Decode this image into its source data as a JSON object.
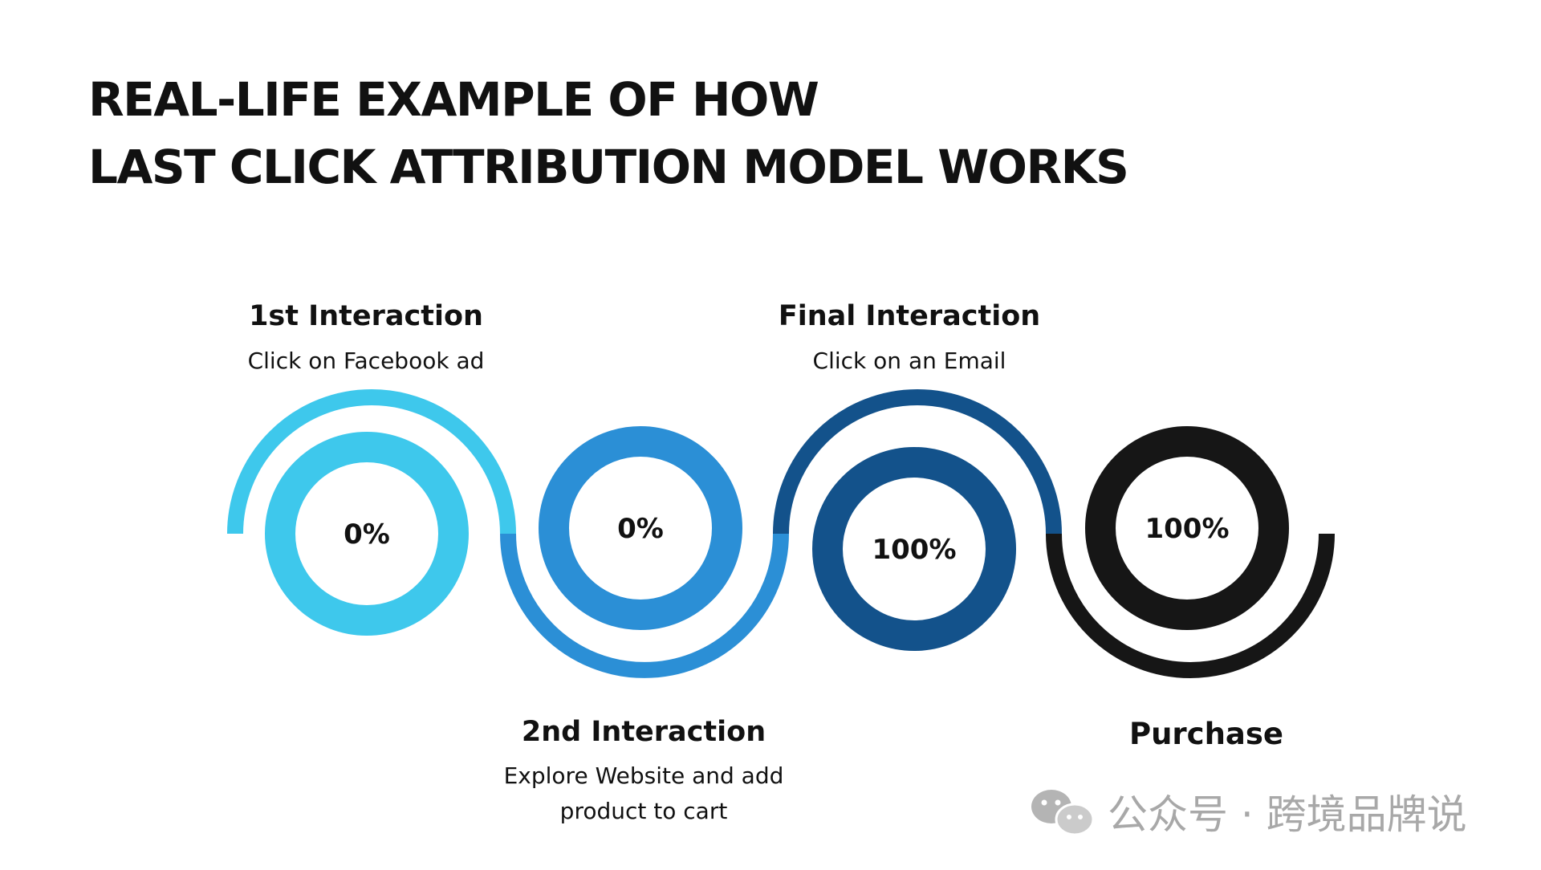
{
  "title": {
    "line1": "REAL-LIFE EXAMPLE OF HOW",
    "line2": "LAST CLICK ATTRIBUTION MODEL WORKS"
  },
  "steps": [
    {
      "title": "1st Interaction",
      "desc": [
        "Click on Facebook ad"
      ],
      "percent": "0%",
      "color": "#3ec8ec"
    },
    {
      "title": "2nd Interaction",
      "desc": [
        "Explore Website and add",
        "product to cart"
      ],
      "percent": "0%",
      "color": "#2b8fd6"
    },
    {
      "title": "Final Interaction",
      "desc": [
        "Click on an Email"
      ],
      "percent": "100%",
      "color": "#13528b"
    },
    {
      "title": "Purchase",
      "desc": [],
      "percent": "100%",
      "color": "#161616"
    }
  ],
  "watermark": {
    "text": "公众号 · 跨境品牌说",
    "icon": "wechat-icon"
  }
}
